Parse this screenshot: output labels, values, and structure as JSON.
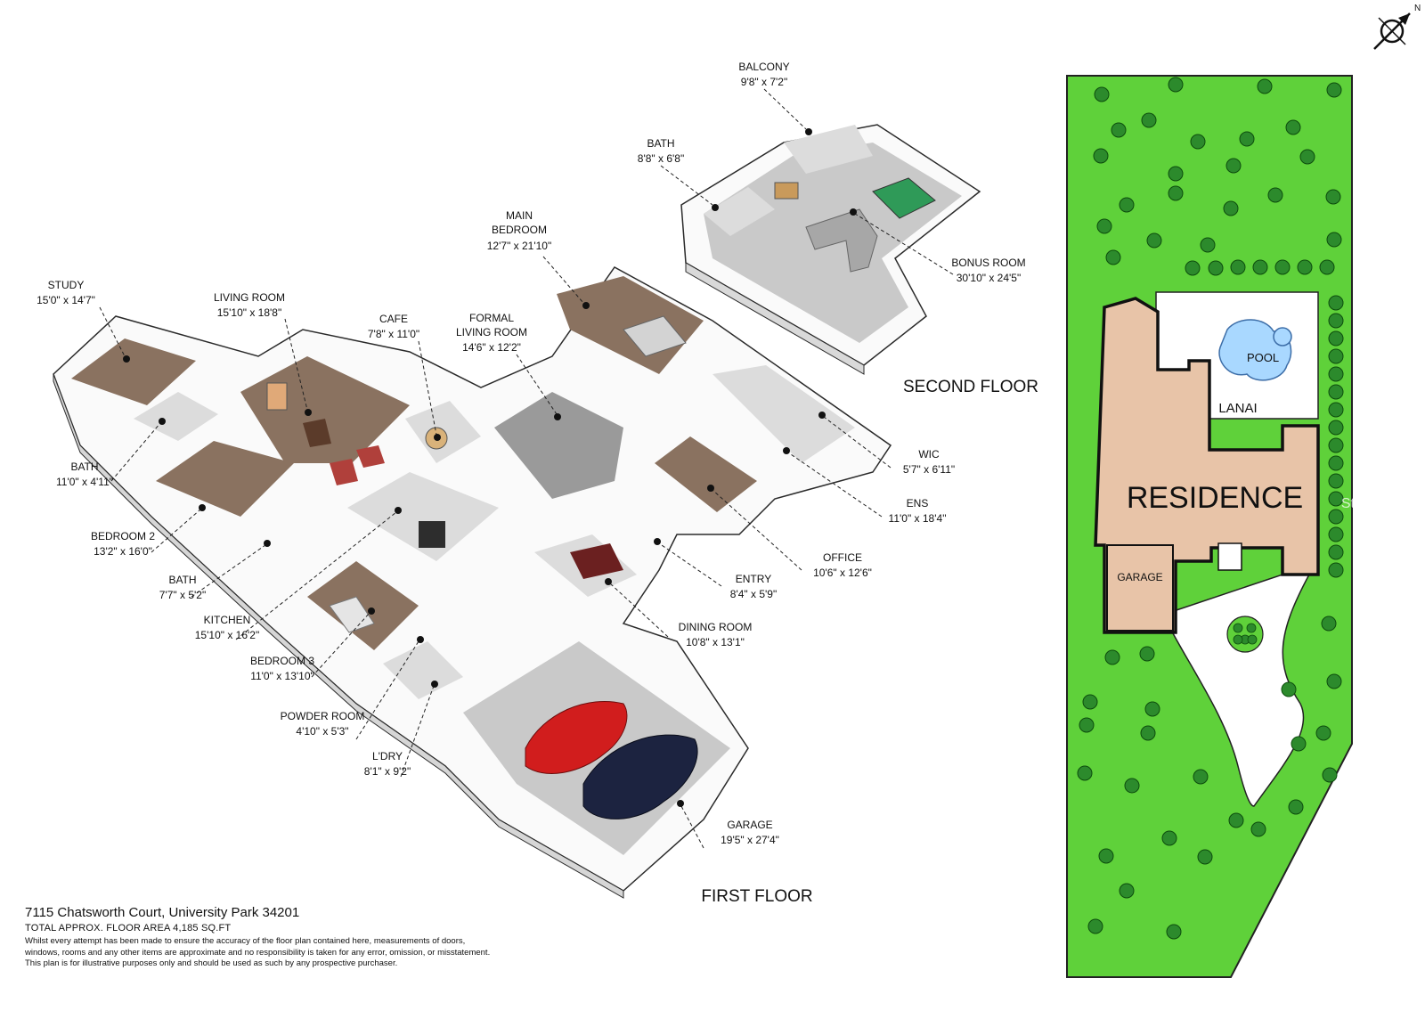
{
  "compass_label": "N",
  "floors": {
    "second": "SECOND FLOOR",
    "first": "FIRST FLOOR"
  },
  "rooms": [
    {
      "key": "balcony",
      "name": "BALCONY",
      "dim": "9'8\" x 7'2\""
    },
    {
      "key": "bath_upper",
      "name": "BATH",
      "dim": "8'8\" x 6'8\""
    },
    {
      "key": "main_bedroom",
      "name": "MAIN BEDROOM",
      "name_lines": [
        "MAIN",
        "BEDROOM"
      ],
      "dim": "12'7\" x 21'10\""
    },
    {
      "key": "bonus_room",
      "name": "BONUS ROOM",
      "dim": "30'10\" x 24'5\""
    },
    {
      "key": "study",
      "name": "STUDY",
      "dim": "15'0\" x 14'7\""
    },
    {
      "key": "living_room",
      "name": "LIVING ROOM",
      "dim": "15'10\" x 18'8\""
    },
    {
      "key": "cafe",
      "name": "CAFE",
      "dim": "7'8\" x 11'0\""
    },
    {
      "key": "formal_living",
      "name": "FORMAL LIVING ROOM",
      "name_lines": [
        "FORMAL",
        "LIVING ROOM"
      ],
      "dim": "14'6\" x 12'2\""
    },
    {
      "key": "wic",
      "name": "WIC",
      "dim": "5'7\" x 6'11\""
    },
    {
      "key": "ens",
      "name": "ENS",
      "dim": "11'0\" x 18'4\""
    },
    {
      "key": "bath_1",
      "name": "BATH",
      "dim": "11'0\" x 4'11\""
    },
    {
      "key": "bedroom_2",
      "name": "BEDROOM 2",
      "dim": "13'2\" x 16'0\""
    },
    {
      "key": "bath_2",
      "name": "BATH",
      "dim": "7'7\" x 5'2\""
    },
    {
      "key": "kitchen",
      "name": "KITCHEN",
      "dim": "15'10\" x 16'2\""
    },
    {
      "key": "office",
      "name": "OFFICE",
      "dim": "10'6\" x 12'6\""
    },
    {
      "key": "entry",
      "name": "ENTRY",
      "dim": "8'4\" x 5'9\""
    },
    {
      "key": "dining_room",
      "name": "DINING ROOM",
      "dim": "10'8\" x 13'1\""
    },
    {
      "key": "bedroom_3",
      "name": "BEDROOM 3",
      "dim": "11'0\" x 13'10\""
    },
    {
      "key": "powder_room",
      "name": "POWDER ROOM",
      "dim": "4'10\" x 5'3\""
    },
    {
      "key": "laundry",
      "name": "L'DRY",
      "dim": "8'1\" x 9'2\""
    },
    {
      "key": "garage",
      "name": "GARAGE",
      "dim": "19'5\" x 27'4\""
    }
  ],
  "site_plan": {
    "residence": "RESIDENCE",
    "pool": "POOL",
    "lanai": "LANAI",
    "garage": "GARAGE",
    "colors": {
      "lawn": "#5fd13a",
      "house": "#e8c4a8",
      "tree": "#2c8a2c",
      "pool": "#a9d8ff"
    }
  },
  "watermark": "StellarMLS",
  "info": {
    "address": "7115 Chatsworth Court, University Park 34201",
    "area": "TOTAL APPROX. FLOOR AREA 4,185 SQ.FT",
    "disclaimer_lines": [
      "Whilst every attempt has been made to ensure the accuracy of the floor plan contained here, measurements of doors,",
      "windows, rooms and any other items are approximate and no responsibility is taken for any error, omission, or misstatement.",
      "This plan is for illustrative purposes only and should be used as such by any prospective purchaser."
    ]
  }
}
